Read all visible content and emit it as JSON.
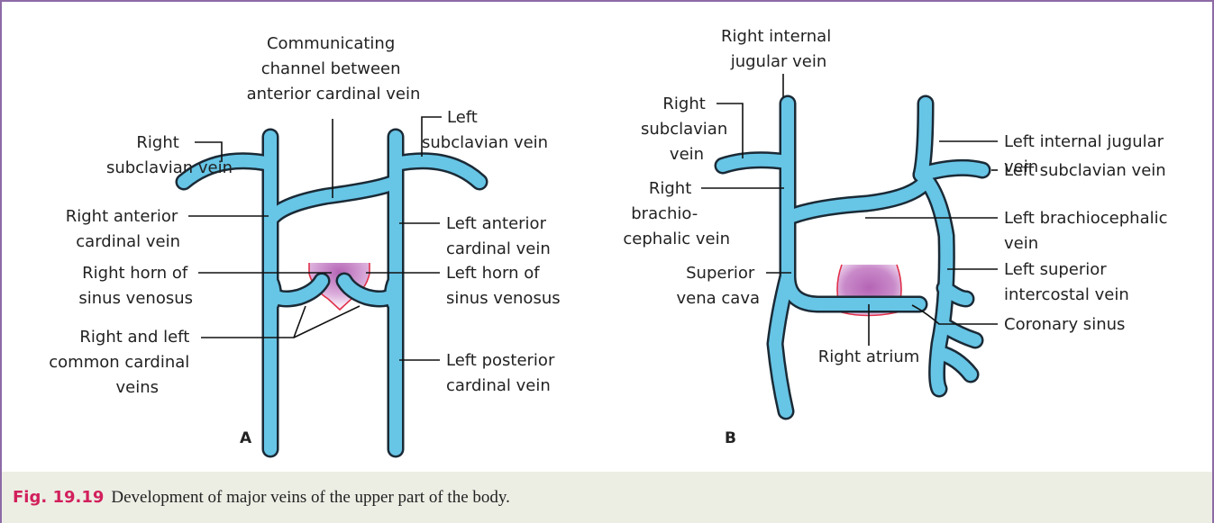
{
  "panels": {
    "a": {
      "letter": "A",
      "labels": {
        "communicating_channel": [
          "Communicating",
          "channel between",
          "anterior cardinal vein"
        ],
        "right_subclavian": [
          "Right",
          "subclavian vein"
        ],
        "left_subclavian": [
          "Left",
          "subclavian vein"
        ],
        "right_anterior_cardinal": [
          "Right anterior",
          "cardinal vein"
        ],
        "left_anterior_cardinal": [
          "Left anterior",
          "cardinal vein"
        ],
        "right_horn": [
          "Right horn of",
          "sinus venosus"
        ],
        "left_horn": [
          "Left horn of",
          "sinus venosus"
        ],
        "common_cardinal": [
          "Right and left",
          "common cardinal",
          "veins"
        ],
        "left_posterior_cardinal": [
          "Left posterior",
          "cardinal vein"
        ]
      }
    },
    "b": {
      "letter": "B",
      "labels": {
        "right_internal_jugular": [
          "Right internal",
          "jugular vein"
        ],
        "right_subclavian": [
          "Right",
          "subclavian",
          "vein"
        ],
        "right_brachiocephalic": [
          "Right",
          "brachio-",
          "cephalic vein"
        ],
        "superior_vena_cava": [
          "Superior",
          "vena cava"
        ],
        "left_internal_jugular": [
          "Left internal jugular",
          "vein"
        ],
        "left_subclavian": [
          "Left subclavian vein"
        ],
        "left_brachiocephalic": [
          "Left brachiocephalic",
          "vein"
        ],
        "left_superior_intercostal": [
          "Left superior",
          "intercostal vein"
        ],
        "coronary_sinus": [
          "Coronary sinus"
        ],
        "right_atrium": [
          "Right atrium"
        ]
      }
    }
  },
  "colors": {
    "vein": "#67c5e6",
    "vein_outline": "#1a2a36",
    "sinus": "#b565b5",
    "sinus_outline": "#e0304a",
    "frame": "#8d6aa6",
    "caption_bg": "#eceee4",
    "figure_number": "#d21f5c"
  },
  "caption": {
    "figure_number": "Fig. 19.19",
    "text": "Development of major veins of the upper part of the body."
  }
}
